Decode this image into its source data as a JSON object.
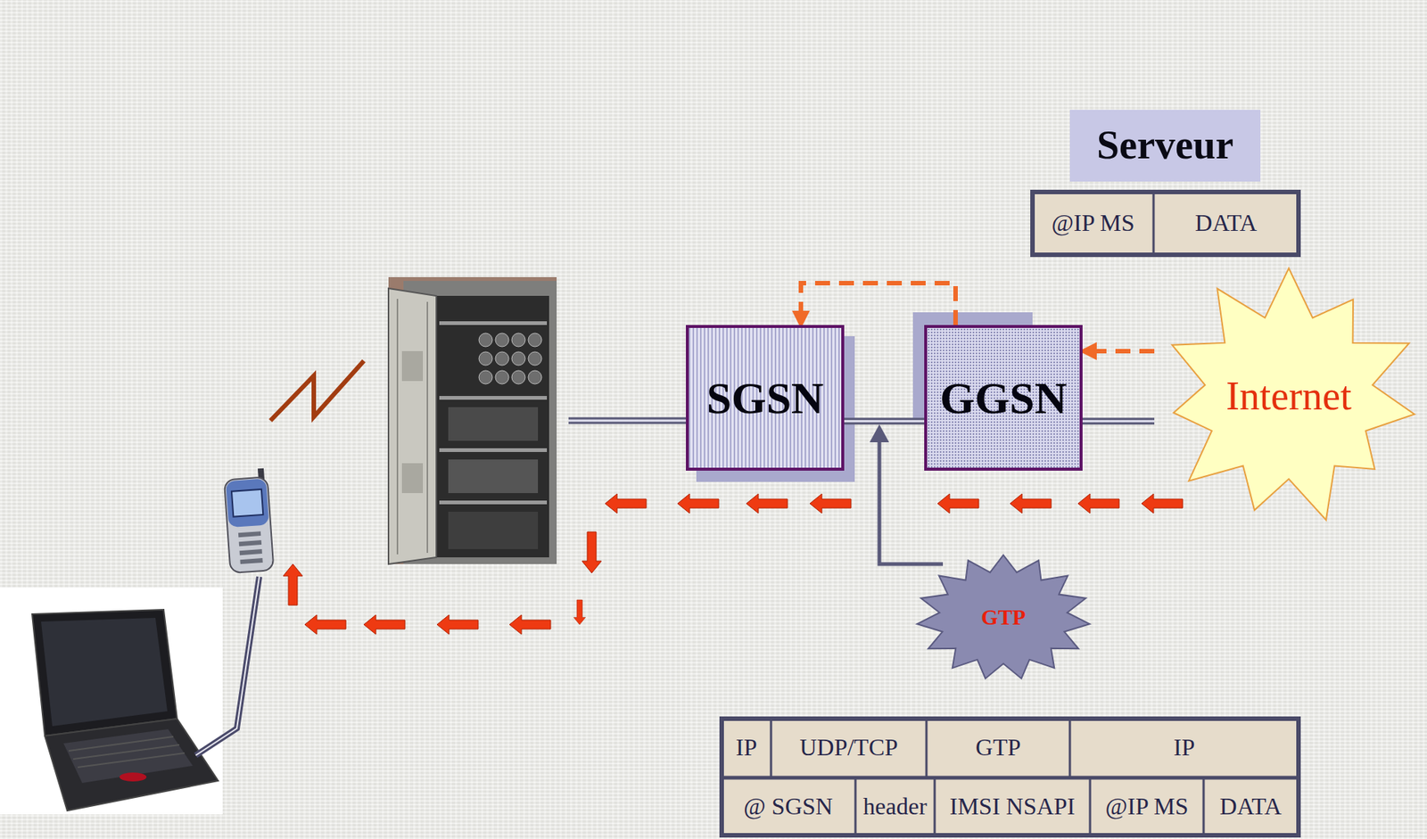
{
  "diagram": {
    "nodes": [
      {
        "text": [
          "Serveur"
        ]
      },
      {
        "text": [
          "SGSN"
        ]
      },
      {
        "text": [
          "GGSN"
        ]
      },
      {
        "text": [
          "Internet"
        ]
      },
      {
        "text": [
          "GTP"
        ]
      }
    ],
    "edges": [
      {
        "from": 1,
        "to": 2,
        "arrow": "none"
      },
      {
        "from": 2,
        "to": 3,
        "arrow": "none"
      },
      {
        "from": 3,
        "to": 2,
        "arrow": "to"
      },
      {
        "from": 2,
        "to": 1,
        "arrow": "to"
      }
    ],
    "labels": [
      "@IP MS",
      "DATA",
      "IP",
      "UDP/TCP",
      "GTP",
      "IP",
      "@ SGSN",
      "header",
      "IMSI NSAPI",
      "@IP MS",
      "DATA"
    ]
  }
}
